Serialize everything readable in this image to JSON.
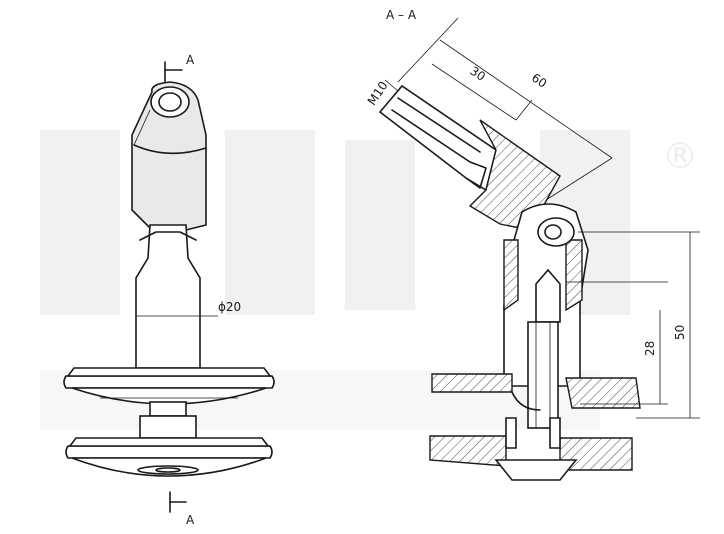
{
  "section_marks": {
    "top": "A",
    "bottom": "A",
    "section_title": "A – A"
  },
  "dimensions": {
    "diameter": "ϕ20",
    "thread": "M10",
    "len_30": "30",
    "len_60": "60",
    "height_28": "28",
    "height_50": "50"
  },
  "watermark": {
    "registered_mark": "®"
  },
  "colors": {
    "line": "#1a1a1a",
    "watermark": "#f1f1f1",
    "background": "#ffffff"
  }
}
